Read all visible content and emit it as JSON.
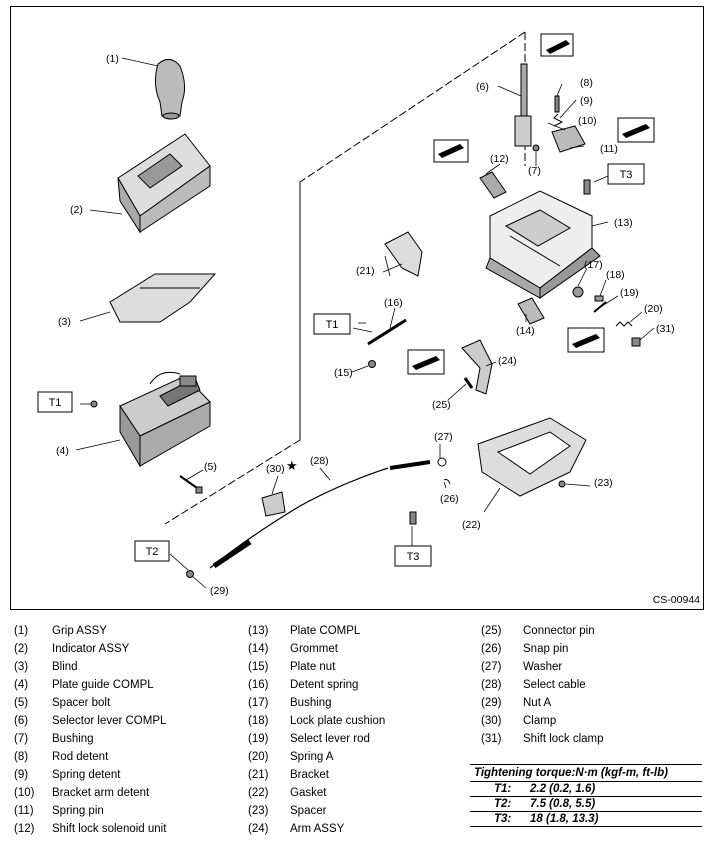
{
  "diagram": {
    "code": "CS-00944",
    "callouts": [
      "(1)",
      "(2)",
      "(3)",
      "(4)",
      "(5)",
      "(6)",
      "(7)",
      "(8)",
      "(9)",
      "(10)",
      "(11)",
      "(12)",
      "(13)",
      "(14)",
      "(15)",
      "(16)",
      "(17)",
      "(18)",
      "(19)",
      "(20)",
      "(21)",
      "(22)",
      "(23)",
      "(24)",
      "(25)",
      "(26)",
      "(27)",
      "(28)",
      "(29)",
      "(30)",
      "(31)"
    ],
    "torque_tags": [
      "T1",
      "T1",
      "T2",
      "T3",
      "T3"
    ],
    "star": "★"
  },
  "legend": {
    "col1": [
      {
        "num": "(1)",
        "name": "Grip ASSY"
      },
      {
        "num": "(2)",
        "name": "Indicator ASSY"
      },
      {
        "num": "(3)",
        "name": "Blind"
      },
      {
        "num": "(4)",
        "name": "Plate guide COMPL"
      },
      {
        "num": "(5)",
        "name": "Spacer bolt"
      },
      {
        "num": "(6)",
        "name": "Selector lever COMPL"
      },
      {
        "num": "(7)",
        "name": "Bushing"
      },
      {
        "num": "(8)",
        "name": "Rod detent"
      },
      {
        "num": "(9)",
        "name": "Spring detent"
      },
      {
        "num": "(10)",
        "name": "Bracket arm detent"
      },
      {
        "num": "(11)",
        "name": "Spring pin"
      },
      {
        "num": "(12)",
        "name": "Shift lock solenoid unit"
      }
    ],
    "col2": [
      {
        "num": "(13)",
        "name": "Plate COMPL"
      },
      {
        "num": "(14)",
        "name": "Grommet"
      },
      {
        "num": "(15)",
        "name": "Plate nut"
      },
      {
        "num": "(16)",
        "name": "Detent spring"
      },
      {
        "num": "(17)",
        "name": "Bushing"
      },
      {
        "num": "(18)",
        "name": "Lock plate cushion"
      },
      {
        "num": "(19)",
        "name": "Select lever rod"
      },
      {
        "num": "(20)",
        "name": "Spring A"
      },
      {
        "num": "(21)",
        "name": "Bracket"
      },
      {
        "num": "(22)",
        "name": "Gasket"
      },
      {
        "num": "(23)",
        "name": "Spacer"
      },
      {
        "num": "(24)",
        "name": "Arm ASSY"
      }
    ],
    "col3": [
      {
        "num": "(25)",
        "name": "Connector pin"
      },
      {
        "num": "(26)",
        "name": "Snap pin"
      },
      {
        "num": "(27)",
        "name": "Washer"
      },
      {
        "num": "(28)",
        "name": "Select cable"
      },
      {
        "num": "(29)",
        "name": "Nut A"
      },
      {
        "num": "(30)",
        "name": "Clamp"
      },
      {
        "num": "(31)",
        "name": "Shift lock clamp"
      }
    ]
  },
  "torque": {
    "header": "Tightening torque:N·m (kgf-m, ft-lb)",
    "rows": [
      {
        "key": "T1:",
        "value": "2.2 (0.2, 1.6)"
      },
      {
        "key": "T2:",
        "value": "7.5 (0.8, 5.5)"
      },
      {
        "key": "T3:",
        "value": "18 (1.8, 13.3)"
      }
    ]
  }
}
